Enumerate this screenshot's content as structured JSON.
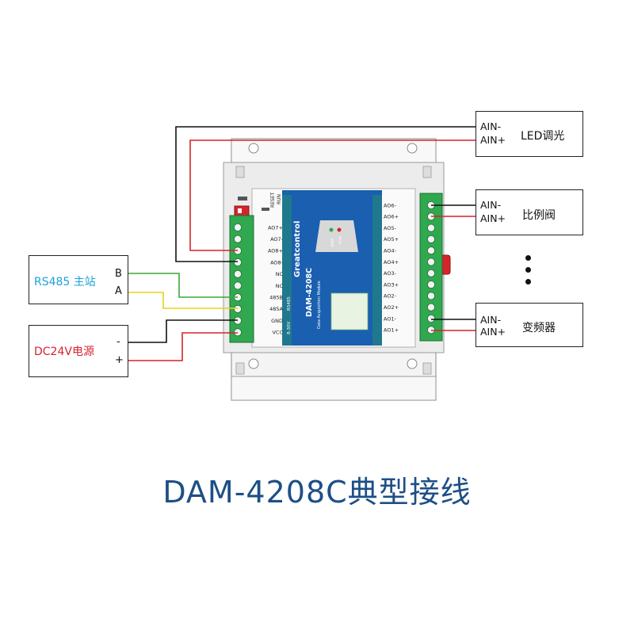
{
  "title": "DAM-4208C典型接线",
  "master": {
    "label": "RS485 主站",
    "pin_b": "B",
    "pin_a": "A",
    "label_color": "#1aa3d9"
  },
  "power": {
    "label": "DC24V电源",
    "minus": "-",
    "plus": "+",
    "label_color": "#d6242b"
  },
  "devices": [
    {
      "name": "LED调光",
      "pin_minus": "AIN-",
      "pin_plus": "AIN+"
    },
    {
      "name": "比例阀",
      "pin_minus": "AIN-",
      "pin_plus": "AIN+"
    },
    {
      "name": "变频器",
      "pin_minus": "AIN-",
      "pin_plus": "AIN+"
    }
  ],
  "module": {
    "brand": "Greatcontrol",
    "model": "DAM-4208C",
    "subtitle": "Data Acquisition Module",
    "reset_label": "RESET",
    "run_label": "RUN",
    "data_label": "DATA",
    "run_led_label": "RUN",
    "rs485_label": "RS485",
    "power_range": "8-30V",
    "left_terminals": [
      "AO7+",
      "AO7-",
      "AO8+",
      "AO8-",
      "NC",
      "NC",
      "485B",
      "485A",
      "GND",
      "VCC"
    ],
    "right_terminals": [
      "AO6-",
      "AO6+",
      "AO5-",
      "AO5+",
      "AO4-",
      "AO4+",
      "AO3-",
      "AO3+",
      "AO2-",
      "AO2+",
      "AO1-",
      "AO1+"
    ]
  },
  "colors": {
    "wire_black": "#111111",
    "wire_red": "#d6242b",
    "wire_green": "#3aa935",
    "wire_yellow": "#e8d21a",
    "terminal_green": "#2fa84f",
    "module_blue": "#1a5fb0",
    "title_color": "#1d4f86"
  }
}
